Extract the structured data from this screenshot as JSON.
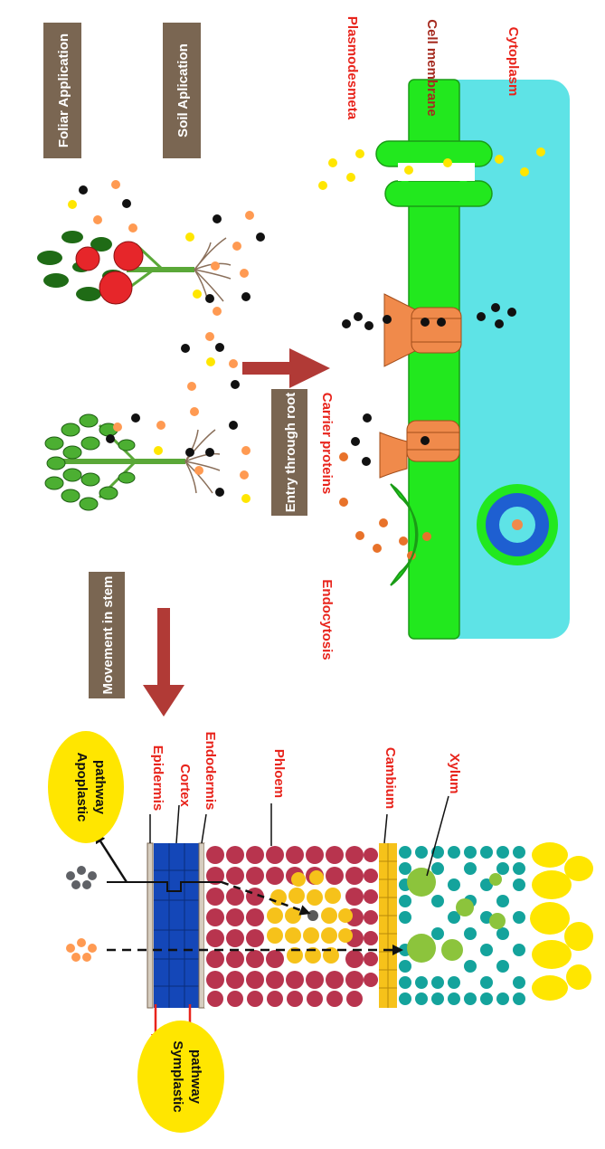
{
  "labels": {
    "foliar_application": "Foliar Application",
    "soil_application": "Soil Aplication",
    "plasmodesmeta": "Plasmodesmeta",
    "cell_membrane": "Cell membrane",
    "cytoplasm": "Cytoplasm",
    "entry_through_root": "Entry through root",
    "carrier_proteins": "Carrier proteins",
    "endocytosis": "Endocytosis",
    "movement_in_stem": "Movement in stem",
    "apoplastic_line1": "Apoplastic",
    "apoplastic_line2": "pathway",
    "symplastic_line1": "Symplastic",
    "symplastic_line2": "pathway",
    "epidermis": "Epidermis",
    "cortex": "Cortex",
    "endodermis": "Endodermis",
    "phloem": "Phloem",
    "cambium": "Cambium",
    "xylum": "Xylum"
  },
  "colors": {
    "label_red": "#e8241c",
    "box_brown": "#7a6652",
    "arrow_red": "#b13a36",
    "membrane_green": "#22e81e",
    "cytoplasm_cyan": "#5ee3e6",
    "carrier_orange": "#f08a4b",
    "oval_yellow": "#ffe600",
    "cortex_blue": "#1447b8",
    "phloem_red": "#b8344e",
    "cambium_yellow": "#f6c21a",
    "xylem_teal": "#14a39c",
    "xylem_green": "#8cc43c"
  }
}
